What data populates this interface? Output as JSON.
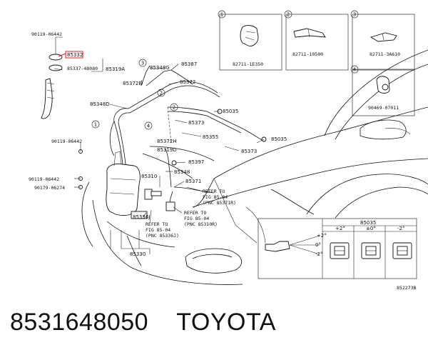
{
  "caption": {
    "part_number": "8531648050",
    "brand": "TOYOTA"
  },
  "callouts": {
    "c1": "1",
    "c2": "2",
    "c3": "3",
    "c4": "4"
  },
  "inset_parts": {
    "p1": "82711-1E350",
    "p2": "82711-10500",
    "p3": "82711-3A610",
    "p4": "90469-07011"
  },
  "labels": {
    "l90119_a": "90119-06442",
    "l85332": "85332",
    "l85337": "85337-48080",
    "l85319A": "85319A",
    "l85348G": "85348G",
    "l85387": "85387",
    "l85372B": "85372B",
    "l85372": "85372",
    "l85348D": "85348D",
    "l85035_a": "85035",
    "l85373_a": "85373",
    "l85355": "85355",
    "l85035_b": "85035",
    "l90119_b": "90119-06442",
    "l85372H": "85372H",
    "l85319D": "85319D",
    "l85373_b": "85373",
    "l85397": "85397",
    "l85348": "85348",
    "l85310": "85310",
    "l85371": "85371",
    "l90119_c": "90119-06442",
    "l90179": "90179-06274",
    "l85336J": "85336J",
    "l85330": "85330",
    "ref1_a": "REFER TO",
    "ref1_b": "FIG 85-04",
    "ref1_c": "(PNC 85371R)",
    "ref2_a": "REFER TO",
    "ref2_b": "FIG 85-04",
    "ref2_c": "(PNC 85310R)",
    "ref3_a": "REFER TO",
    "ref3_b": "FIG 85-04",
    "ref3_c": "(PNC 85336J)"
  },
  "nozzle_table": {
    "header": "85035",
    "col1": "+2°",
    "col2": "±0°",
    "col3": "-2°",
    "angle_plus": "+2°",
    "angle_zero": "0°",
    "angle_minus": "-2°"
  },
  "diagram_code": "852273B"
}
